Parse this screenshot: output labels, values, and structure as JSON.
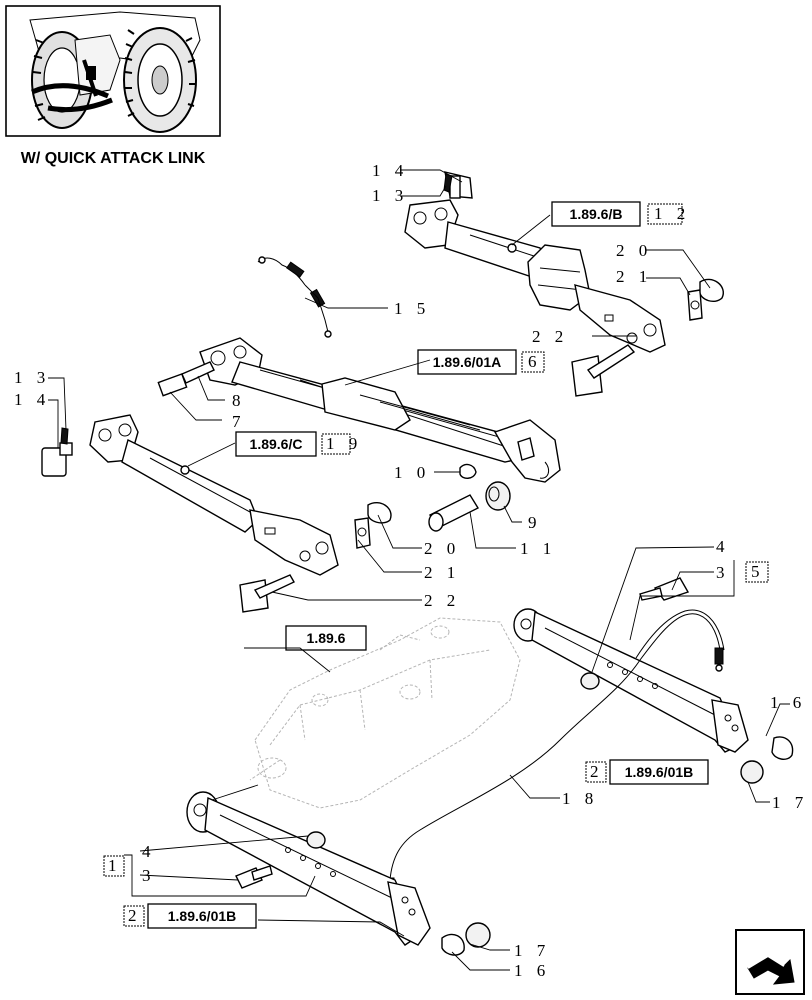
{
  "thumbnail": {
    "caption": "W/ QUICK ATTACK LINK"
  },
  "labels": {
    "l14a": "1 4",
    "l13a": "1 3",
    "l20a": "2 0",
    "l21a": "2 1",
    "l22a": "2 2",
    "l15": "1 5",
    "l8": "8",
    "l7": "7",
    "l13b": "1 3",
    "l14b": "1 4",
    "l10": "1 0",
    "l9": "9",
    "l11": "1 1",
    "l20b": "2 0",
    "l21b": "2 1",
    "l22b": "2 2",
    "l4a": "4",
    "l3a": "3",
    "l16a": "1 6",
    "l17a": "1 7",
    "l18": "1 8",
    "l4b": "4",
    "l3b": "3",
    "l17b": "1 7",
    "l16b": "1 6"
  },
  "refs": {
    "r1": "1.89.6/B",
    "n12": "1 2",
    "r2": "1.89.6/01A",
    "n6": "6",
    "r3": "1.89.6/C",
    "n19": "1 9",
    "r4": "1.89.6",
    "n5": "5",
    "n2a": "2",
    "r5": "1.89.6/01B",
    "n1": "1",
    "n2b": "2",
    "r6": "1.89.6/01B"
  },
  "nav": {
    "icon": "next-page-arrow-icon"
  }
}
